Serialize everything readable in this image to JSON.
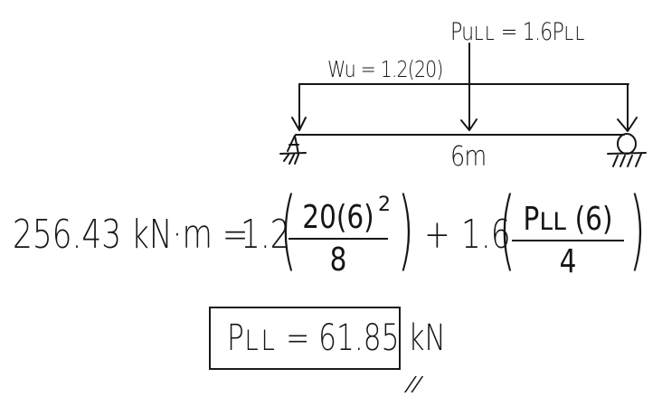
{
  "diagram": {
    "type": "simply-supported-beam-handwritten",
    "point_load_label": "Puʟʟ = 1.6Pʟʟ",
    "distributed_load_label": "Wu = 1.2(20)",
    "span_label": "6m",
    "supports": {
      "left": "pin (A)",
      "right": "roller"
    },
    "colors": {
      "ink": "#151515",
      "background": "#ffffff"
    }
  },
  "equation": {
    "lhs": "256.43 kN·m =",
    "term1_coef": "1.2",
    "term1_num": "20(6)",
    "term1_exp": "2",
    "term1_den": "8",
    "plus": "+",
    "term2_coef": "1.6",
    "term2_num": "Pʟʟ (6)",
    "term2_den": "4"
  },
  "result": {
    "text": "Pʟʟ = 61.85 kN",
    "end_mark": "//"
  }
}
